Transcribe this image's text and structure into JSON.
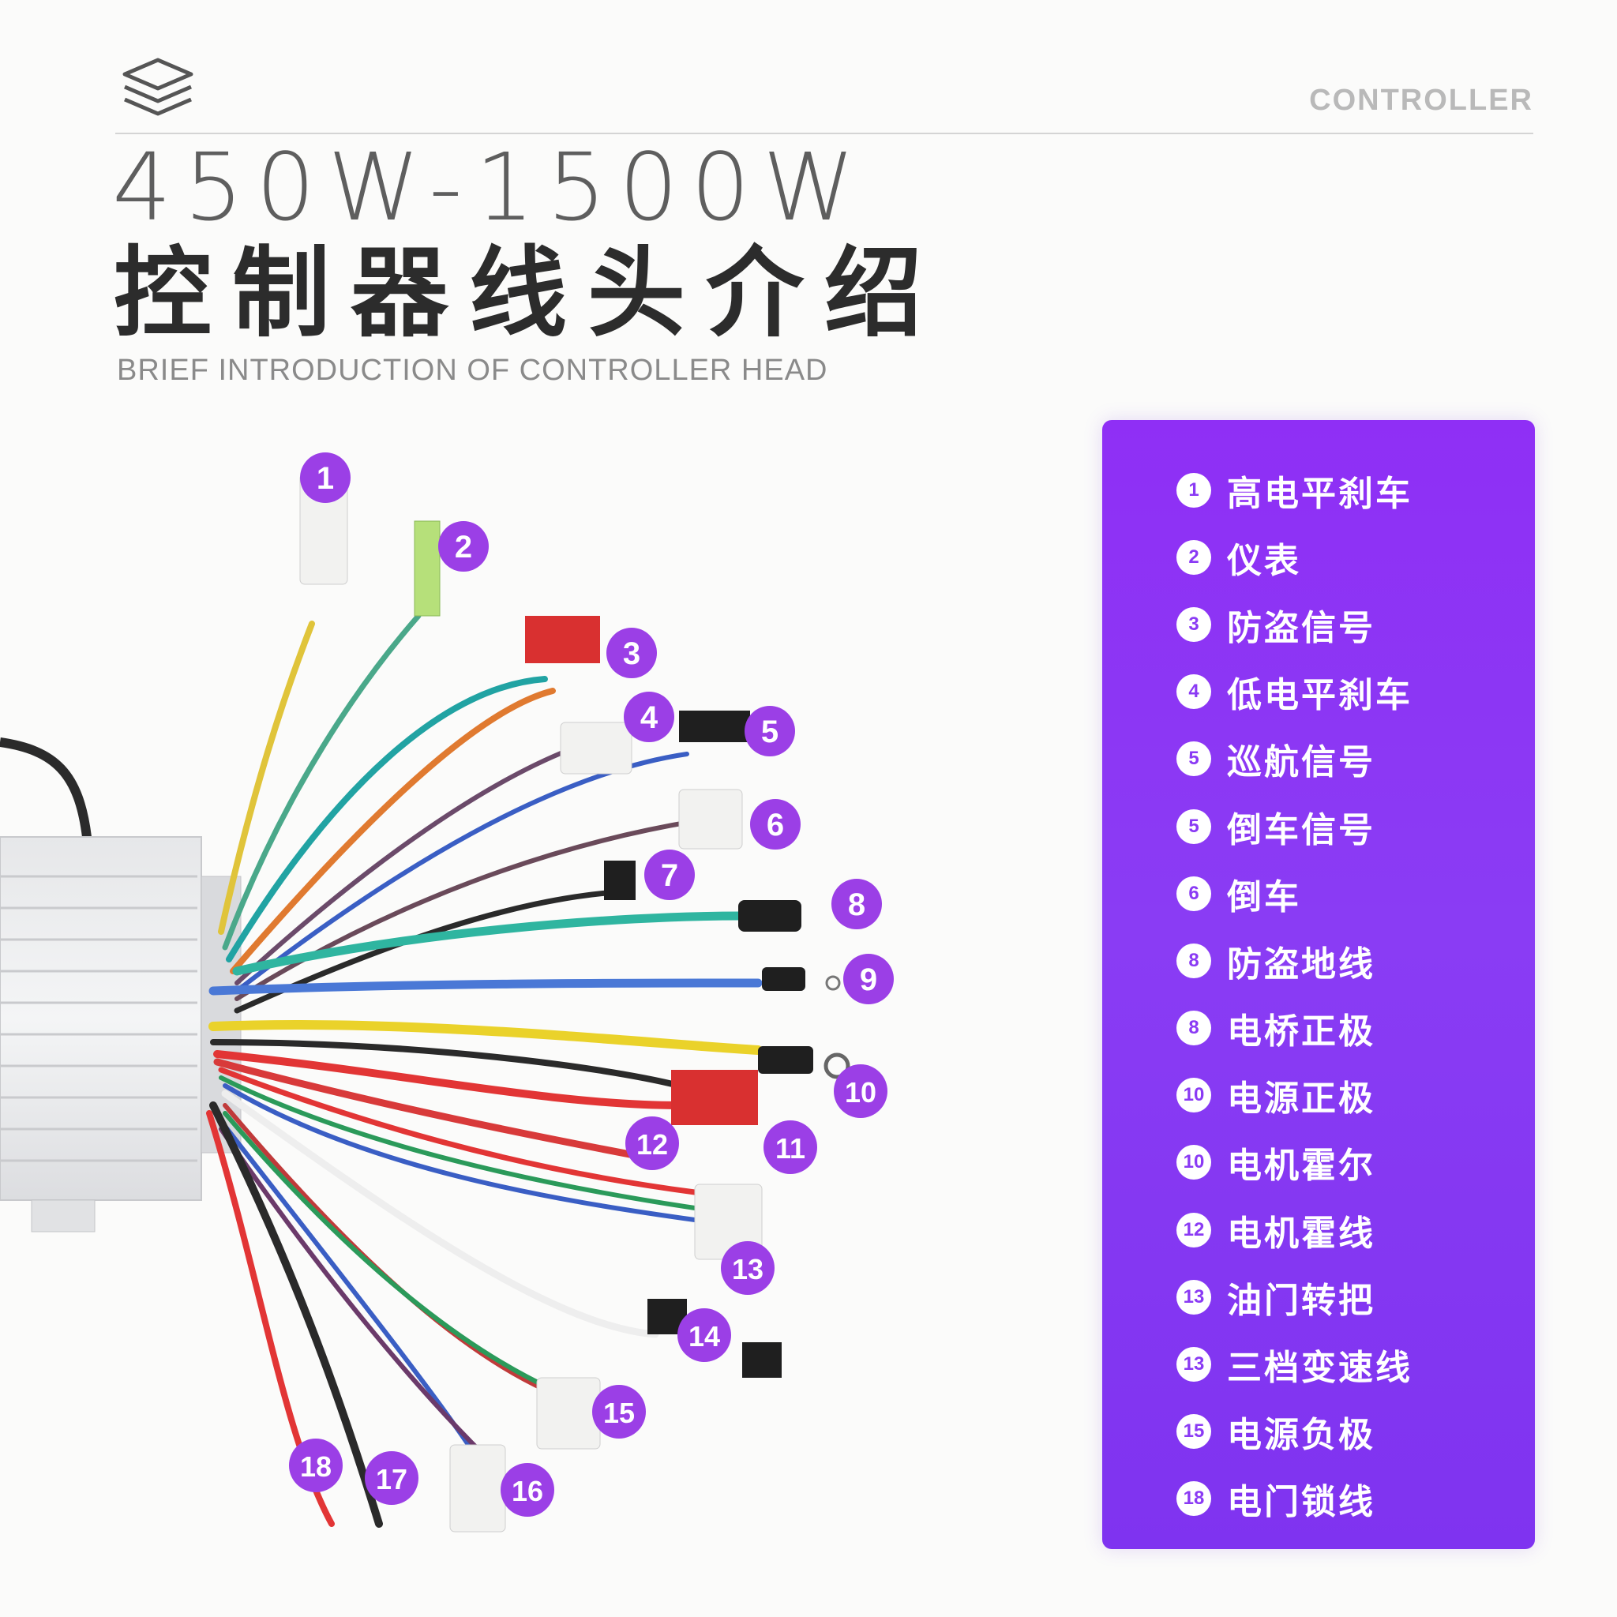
{
  "header": {
    "brand": "CONTROLLER",
    "power_range": "450W-1500W",
    "title": "控制器线头介绍",
    "subtitle": "BRIEF INTRODUCTION OF CONTROLLER HEAD",
    "logo_icon": "layers-icon"
  },
  "colors": {
    "panel": "#8a3af4",
    "badge": "#9b3fe6",
    "title": "#2c2c2c",
    "brand": "#b9b9b9"
  },
  "callouts": [
    "1",
    "2",
    "3",
    "4",
    "5",
    "6",
    "7",
    "8",
    "9",
    "10",
    "11",
    "12",
    "13",
    "14",
    "15",
    "16",
    "17",
    "18"
  ],
  "legend": [
    {
      "num": "1",
      "label": "高电平刹车"
    },
    {
      "num": "2",
      "label": "仪表"
    },
    {
      "num": "3",
      "label": "防盗信号"
    },
    {
      "num": "4",
      "label": "低电平刹车"
    },
    {
      "num": "5",
      "label": "巡航信号"
    },
    {
      "num": "5",
      "label": "倒车信号"
    },
    {
      "num": "6",
      "label": "倒车"
    },
    {
      "num": "8",
      "label": "防盗地线"
    },
    {
      "num": "8",
      "label": "电桥正极"
    },
    {
      "num": "10",
      "label": "电源正极"
    },
    {
      "num": "10",
      "label": "电机霍尔"
    },
    {
      "num": "12",
      "label": "电机霍线"
    },
    {
      "num": "13",
      "label": "油门转把"
    },
    {
      "num": "13",
      "label": "三档变速线"
    },
    {
      "num": "15",
      "label": "电源负极"
    },
    {
      "num": "18",
      "label": "电门锁线"
    }
  ]
}
